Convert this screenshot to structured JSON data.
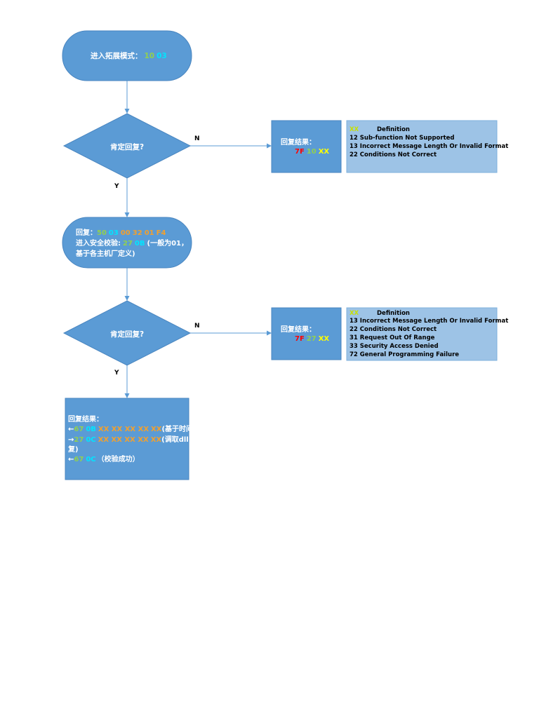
{
  "colors": {
    "shape_fill": "#5b9bd5",
    "shape_stroke": "#4a86c0",
    "ref_fill": "#9dc3e6",
    "connector": "#5b9bd5",
    "green": "#92d050",
    "cyan": "#00e5ff",
    "orange": "#f0a030",
    "yellow": "#ffff00",
    "red": "#ff0000"
  },
  "start": {
    "label": "进入拓展模式：",
    "code_a": "10",
    "code_b": "03"
  },
  "decision1": {
    "label": "肯定回复?"
  },
  "decision2": {
    "label": "肯定回复?"
  },
  "branch_labels": {
    "no1": "N",
    "yes1": "Y",
    "no2": "N",
    "yes2": "Y"
  },
  "neg1": {
    "label": "回复结果：",
    "code_a": "7F",
    "code_b": "10",
    "code_c": "XX"
  },
  "neg2": {
    "label": "回复结果：",
    "code_a": "7F",
    "code_b": "27",
    "code_c": "XX"
  },
  "table1": {
    "head_code": "XX",
    "head_label": "Definition",
    "rows": [
      "12 Sub-function Not Supported",
      "13 Incorrect Message Length Or Invalid Format",
      "22 Conditions Not Correct"
    ]
  },
  "table2": {
    "head_code": "XX",
    "head_label": "Definition",
    "rows": [
      "13 Incorrect Message Length Or Invalid Format",
      "22 Conditions Not Correct",
      "31 Request Out Of Range",
      "33 Security Access Denied",
      "72 General Programming Failure"
    ]
  },
  "response": {
    "reply_label": "回复：",
    "reply_codes": [
      "50",
      "03",
      "00",
      "32",
      "01",
      "F4"
    ],
    "security_label": "进入安全校验:",
    "security_code_a": "27",
    "security_code_b": "0B",
    "security_note": "(一般为01，",
    "security_note2": "基于各主机厂定义)"
  },
  "result": {
    "title": "回复结果：",
    "line1_arrow": "←",
    "line1_a": "67",
    "line1_b": "0B",
    "line1_xx": "XX XX XX XX",
    "line1_note": "(基于时间)",
    "line2_arrow": "→",
    "line2_a": "27",
    "line2_b": "0C",
    "line2_xx": "XX XX XX XX",
    "line2_note": "(调取dll自动回",
    "line2_note2": "复)",
    "line3_arrow": "←",
    "line3_a": "67",
    "line3_b": "0C",
    "line3_note": "（校验成功）"
  }
}
